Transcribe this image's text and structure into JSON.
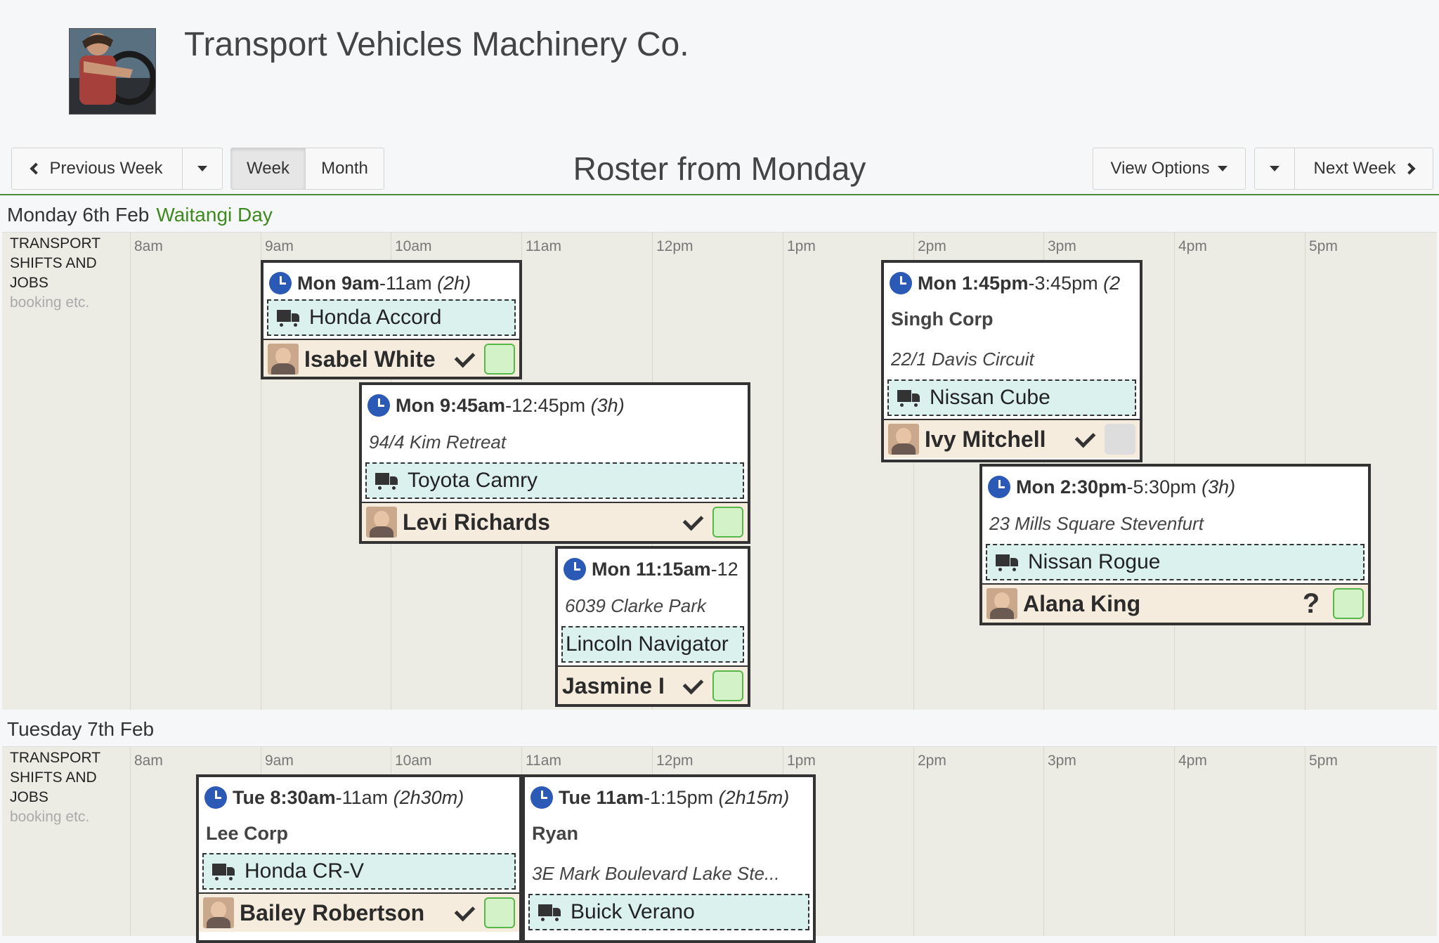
{
  "header": {
    "company": "Transport Vehicles Machinery Co."
  },
  "toolbar": {
    "prev_label": "Previous Week",
    "week_label": "Week",
    "month_label": "Month",
    "title": "Roster from Monday",
    "view_options_label": "View Options",
    "next_label": "Next Week"
  },
  "timeline": {
    "ticks": [
      "8am",
      "9am",
      "10am",
      "11am",
      "12pm",
      "1pm",
      "2pm",
      "3pm",
      "4pm",
      "5pm"
    ]
  },
  "days": [
    {
      "date": "Monday 6th Feb",
      "holiday": "Waitangi Day",
      "row_label": {
        "line1": "TRANSPORT",
        "line2": "SHIFTS AND",
        "line3": "JOBS",
        "sub": "booking etc."
      },
      "shifts": [
        {
          "day": "Mon",
          "start": "9am",
          "end": "-11am",
          "dur": "(2h)",
          "client": "",
          "address": "",
          "vehicle": "Honda Accord",
          "person": "Isabel White",
          "status": "confirmed"
        },
        {
          "day": "Mon",
          "start": "9:45am",
          "end": "-12:45pm",
          "dur": "(3h)",
          "client": "",
          "address": "94/4 Kim Retreat",
          "vehicle": "Toyota Camry",
          "person": "Levi Richards",
          "status": "confirmed"
        },
        {
          "day": "Mon",
          "start": "11:15am",
          "end": "-12",
          "dur": "",
          "client": "",
          "address": "6039 Clarke Park",
          "vehicle": "Lincoln Navigator",
          "person": "Jasmine I",
          "status": "confirmed"
        },
        {
          "day": "Mon",
          "start": "1:45pm",
          "end": "-3:45pm",
          "dur": "(2",
          "client": "Singh Corp",
          "address": "22/1 Davis Circuit",
          "vehicle": "Nissan Cube",
          "person": "Ivy Mitchell",
          "status": "confirmed"
        },
        {
          "day": "Mon",
          "start": "2:30pm",
          "end": "-5:30pm",
          "dur": "(3h)",
          "client": "",
          "address": "23 Mills Square Stevenfurt",
          "vehicle": "Nissan Rogue",
          "person": "Alana King",
          "status": "?"
        }
      ]
    },
    {
      "date": "Tuesday 7th Feb",
      "holiday": "",
      "row_label": {
        "line1": "TRANSPORT",
        "line2": "SHIFTS AND",
        "line3": "JOBS",
        "sub": "booking etc."
      },
      "shifts": [
        {
          "day": "Tue",
          "start": "8:30am",
          "end": "-11am",
          "dur": "(2h30m)",
          "client": "Lee Corp",
          "address": "",
          "vehicle": "Honda CR-V",
          "person": "Bailey Robertson",
          "status": "confirmed"
        },
        {
          "day": "Tue",
          "start": "11am",
          "end": "-1:15pm",
          "dur": "(2h15m)",
          "client": "Ryan",
          "address": "3E Mark Boulevard Lake Ste...",
          "vehicle": "Buick Verano",
          "person": "",
          "status": ""
        }
      ]
    }
  ]
}
